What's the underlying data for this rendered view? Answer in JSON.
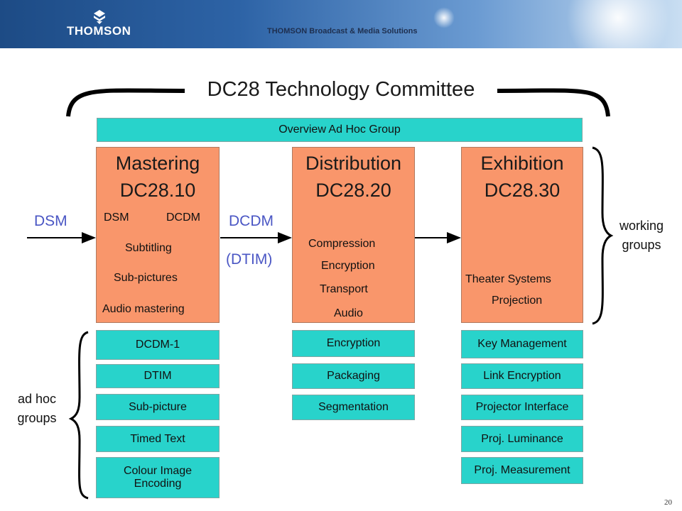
{
  "header": {
    "brand": "THOMSON",
    "tagline": "THOMSON Broadcast & Media Solutions",
    "logo_icon": "thomson-logo-icon"
  },
  "title": "DC28 Technology Committee",
  "overview": "Overview Ad Hoc Group",
  "groups": {
    "mastering": {
      "name": "Mastering",
      "code": "DC28.10",
      "items": [
        "DSM",
        "DCDM",
        "Subtitling",
        "Sub-pictures",
        "Audio mastering"
      ]
    },
    "distribution": {
      "name": "Distribution",
      "code": "DC28.20",
      "items": [
        "Compression",
        "Encryption",
        "Transport",
        "Audio"
      ]
    },
    "exhibition": {
      "name": "Exhibition",
      "code": "DC28.30",
      "items": [
        "Theater Systems",
        "Projection"
      ]
    }
  },
  "flow": {
    "input": "DSM",
    "middle": "DCDM",
    "middle_sub": "(DTIM)"
  },
  "working_groups": "working groups",
  "adhoc_label": "ad hoc groups",
  "adhoc": {
    "mastering": [
      "DCDM-1",
      "DTIM",
      "Sub-picture",
      "Timed Text",
      "Colour Image Encoding"
    ],
    "distribution": [
      "Encryption",
      "Packaging",
      "Segmentation"
    ],
    "exhibition": [
      "Key Management",
      "Link Encryption",
      "Projector Interface",
      "Proj. Luminance",
      "Proj. Measurement"
    ]
  },
  "page_number": "20"
}
